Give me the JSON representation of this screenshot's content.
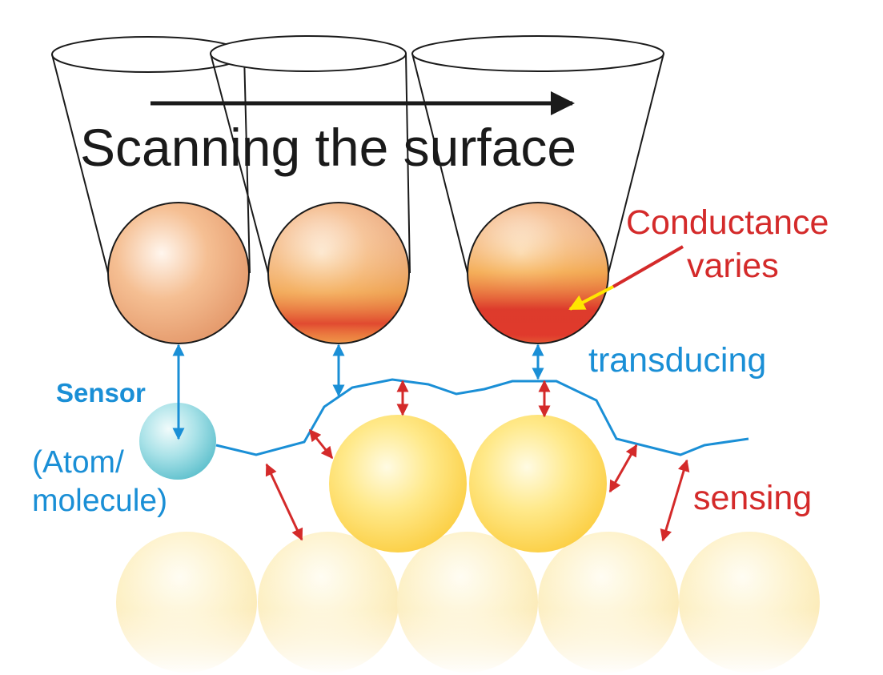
{
  "title": "Scanning the surface",
  "labels": {
    "conductance_line1": "Conductance",
    "conductance_line2": "varies",
    "transducing": "transducing",
    "sensor": "Sensor",
    "sensor_detail_line1": "(Atom/",
    "sensor_detail_line2": "molecule)",
    "sensing": "sensing"
  },
  "colors": {
    "sensor_blue": "#1a8fd6",
    "label_red": "#d42a2a",
    "arrow_yellow": "#ffe600",
    "line_black": "#1a1a1a"
  }
}
